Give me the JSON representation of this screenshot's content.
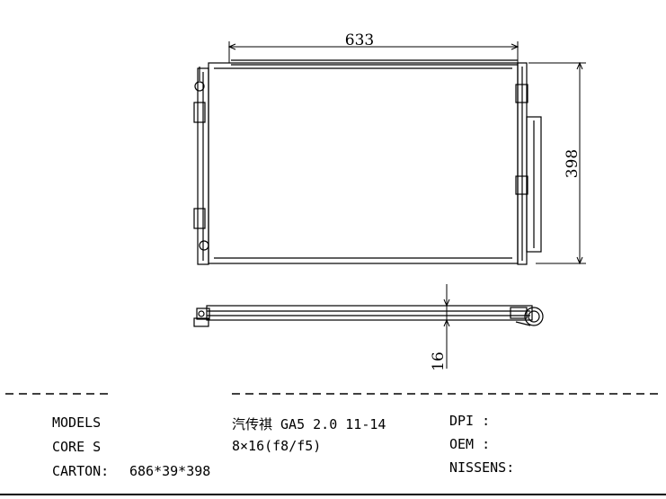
{
  "dimensions": {
    "width": "633",
    "height": "398",
    "thickness": "16"
  },
  "specs": {
    "models_label": "MODELS",
    "models_value": "汽传祺 GA5 2.0 11-14",
    "core_label": "CORE S",
    "core_value": "8×16(f8/f5)",
    "carton_label": "CARTON:",
    "carton_value": "686*39*398",
    "dpi_label": "DPI :",
    "oem_label": "OEM :",
    "nissens_label": "NISSENS:"
  }
}
